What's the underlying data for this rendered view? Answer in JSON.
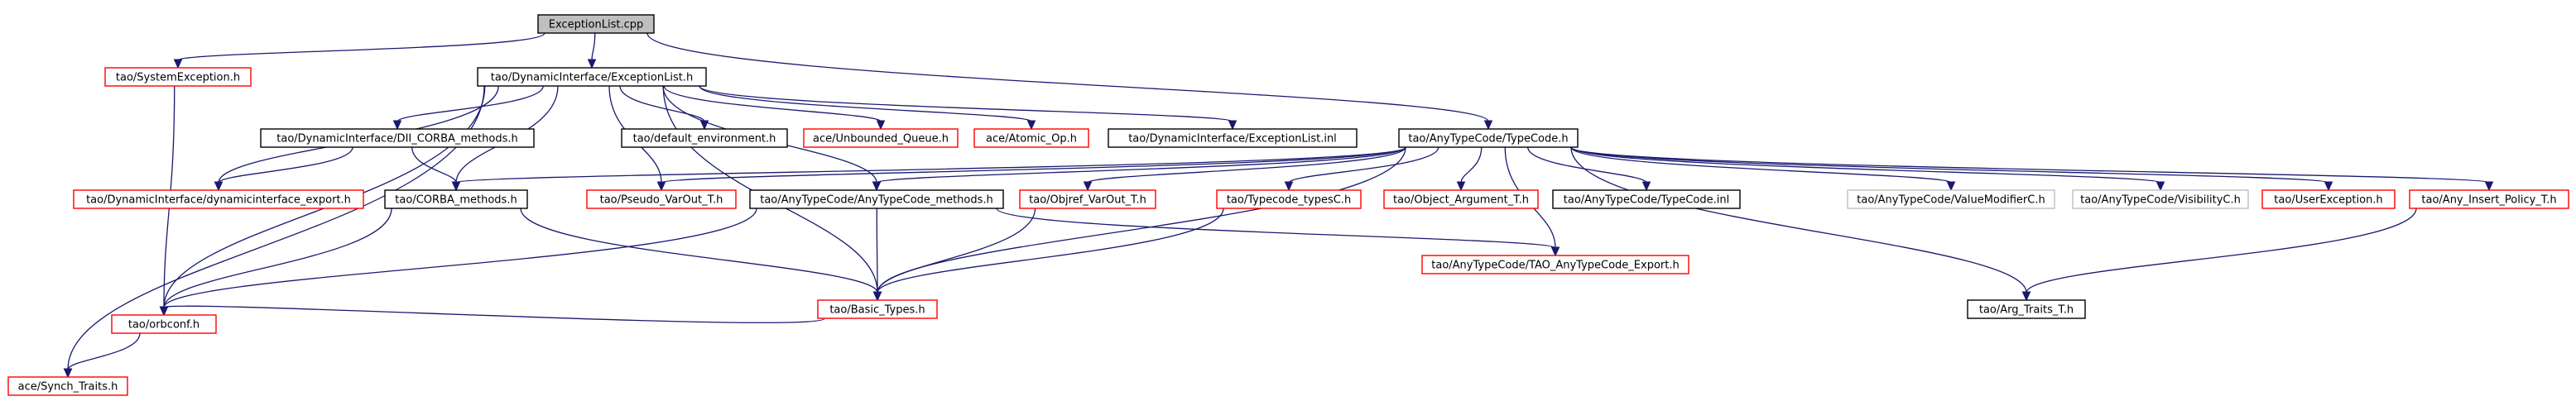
{
  "colors": {
    "edge": "#191970",
    "root_fill": "#bfbfbf",
    "root_border": "#000000",
    "documented_border": "#000000",
    "truncated_border": "#ff0000",
    "undocumented_border": "#bfbfbf"
  },
  "nodes": [
    {
      "id": "root",
      "label": "ExceptionList.cpp",
      "style": "root"
    },
    {
      "id": "sysexc",
      "label": "tao/SystemException.h",
      "style": "truncated"
    },
    {
      "id": "exclist",
      "label": "tao/DynamicInterface/ExceptionList.h",
      "style": "documented"
    },
    {
      "id": "typecode",
      "label": "tao/AnyTypeCode/TypeCode.h",
      "style": "documented"
    },
    {
      "id": "dii",
      "label": "tao/DynamicInterface/DII_CORBA_methods.h",
      "style": "documented"
    },
    {
      "id": "defenv",
      "label": "tao/default_environment.h",
      "style": "documented"
    },
    {
      "id": "unbq",
      "label": "ace/Unbounded_Queue.h",
      "style": "truncated"
    },
    {
      "id": "atomic",
      "label": "ace/Atomic_Op.h",
      "style": "truncated"
    },
    {
      "id": "exclinl",
      "label": "tao/DynamicInterface/ExceptionList.inl",
      "style": "documented"
    },
    {
      "id": "dynexp",
      "label": "tao/DynamicInterface/dynamicinterface_export.h",
      "style": "truncated"
    },
    {
      "id": "corbam",
      "label": "tao/CORBA_methods.h",
      "style": "documented"
    },
    {
      "id": "pseudo",
      "label": "tao/Pseudo_VarOut_T.h",
      "style": "truncated"
    },
    {
      "id": "anytcm",
      "label": "tao/AnyTypeCode/AnyTypeCode_methods.h",
      "style": "documented"
    },
    {
      "id": "objref",
      "label": "tao/Objref_VarOut_T.h",
      "style": "truncated"
    },
    {
      "id": "tctypes",
      "label": "tao/Typecode_typesC.h",
      "style": "truncated"
    },
    {
      "id": "objarg",
      "label": "tao/Object_Argument_T.h",
      "style": "truncated"
    },
    {
      "id": "tcinl",
      "label": "tao/AnyTypeCode/TypeCode.inl",
      "style": "documented"
    },
    {
      "id": "valmod",
      "label": "tao/AnyTypeCode/ValueModifierC.h",
      "style": "undocumented"
    },
    {
      "id": "visib",
      "label": "tao/AnyTypeCode/VisibilityC.h",
      "style": "undocumented"
    },
    {
      "id": "userexc",
      "label": "tao/UserException.h",
      "style": "truncated"
    },
    {
      "id": "anyins",
      "label": "tao/Any_Insert_Policy_T.h",
      "style": "truncated"
    },
    {
      "id": "basic",
      "label": "tao/Basic_Types.h",
      "style": "truncated"
    },
    {
      "id": "tcexp",
      "label": "tao/AnyTypeCode/TAO_AnyTypeCode_Export.h",
      "style": "truncated"
    },
    {
      "id": "argtr",
      "label": "tao/Arg_Traits_T.h",
      "style": "documented"
    },
    {
      "id": "orbconf",
      "label": "tao/orbconf.h",
      "style": "truncated"
    },
    {
      "id": "synch",
      "label": "ace/Synch_Traits.h",
      "style": "truncated"
    }
  ],
  "edges": [
    [
      "root",
      "sysexc"
    ],
    [
      "root",
      "exclist"
    ],
    [
      "root",
      "typecode"
    ],
    [
      "sysexc",
      "orbconf"
    ],
    [
      "exclist",
      "dii"
    ],
    [
      "exclist",
      "defenv"
    ],
    [
      "exclist",
      "unbq"
    ],
    [
      "exclist",
      "atomic"
    ],
    [
      "exclist",
      "exclinl"
    ],
    [
      "exclist",
      "dynexp"
    ],
    [
      "exclist",
      "pseudo"
    ],
    [
      "exclist",
      "basic"
    ],
    [
      "exclist",
      "orbconf"
    ],
    [
      "exclist",
      "synch"
    ],
    [
      "exclist",
      "corbam"
    ],
    [
      "exclist",
      "anytcm"
    ],
    [
      "dii",
      "dynexp"
    ],
    [
      "dii",
      "corbam"
    ],
    [
      "typecode",
      "corbam"
    ],
    [
      "typecode",
      "pseudo"
    ],
    [
      "typecode",
      "anytcm"
    ],
    [
      "typecode",
      "objref"
    ],
    [
      "typecode",
      "tctypes"
    ],
    [
      "typecode",
      "objarg"
    ],
    [
      "typecode",
      "tcinl"
    ],
    [
      "typecode",
      "valmod"
    ],
    [
      "typecode",
      "visib"
    ],
    [
      "typecode",
      "userexc"
    ],
    [
      "typecode",
      "anyins"
    ],
    [
      "typecode",
      "basic"
    ],
    [
      "typecode",
      "tcexp"
    ],
    [
      "typecode",
      "argtr"
    ],
    [
      "corbam",
      "basic"
    ],
    [
      "corbam",
      "orbconf"
    ],
    [
      "anytcm",
      "basic"
    ],
    [
      "anytcm",
      "orbconf"
    ],
    [
      "anytcm",
      "tcexp"
    ],
    [
      "objref",
      "basic"
    ],
    [
      "tctypes",
      "basic"
    ],
    [
      "anyins",
      "argtr"
    ],
    [
      "basic",
      "orbconf"
    ],
    [
      "orbconf",
      "synch"
    ]
  ]
}
